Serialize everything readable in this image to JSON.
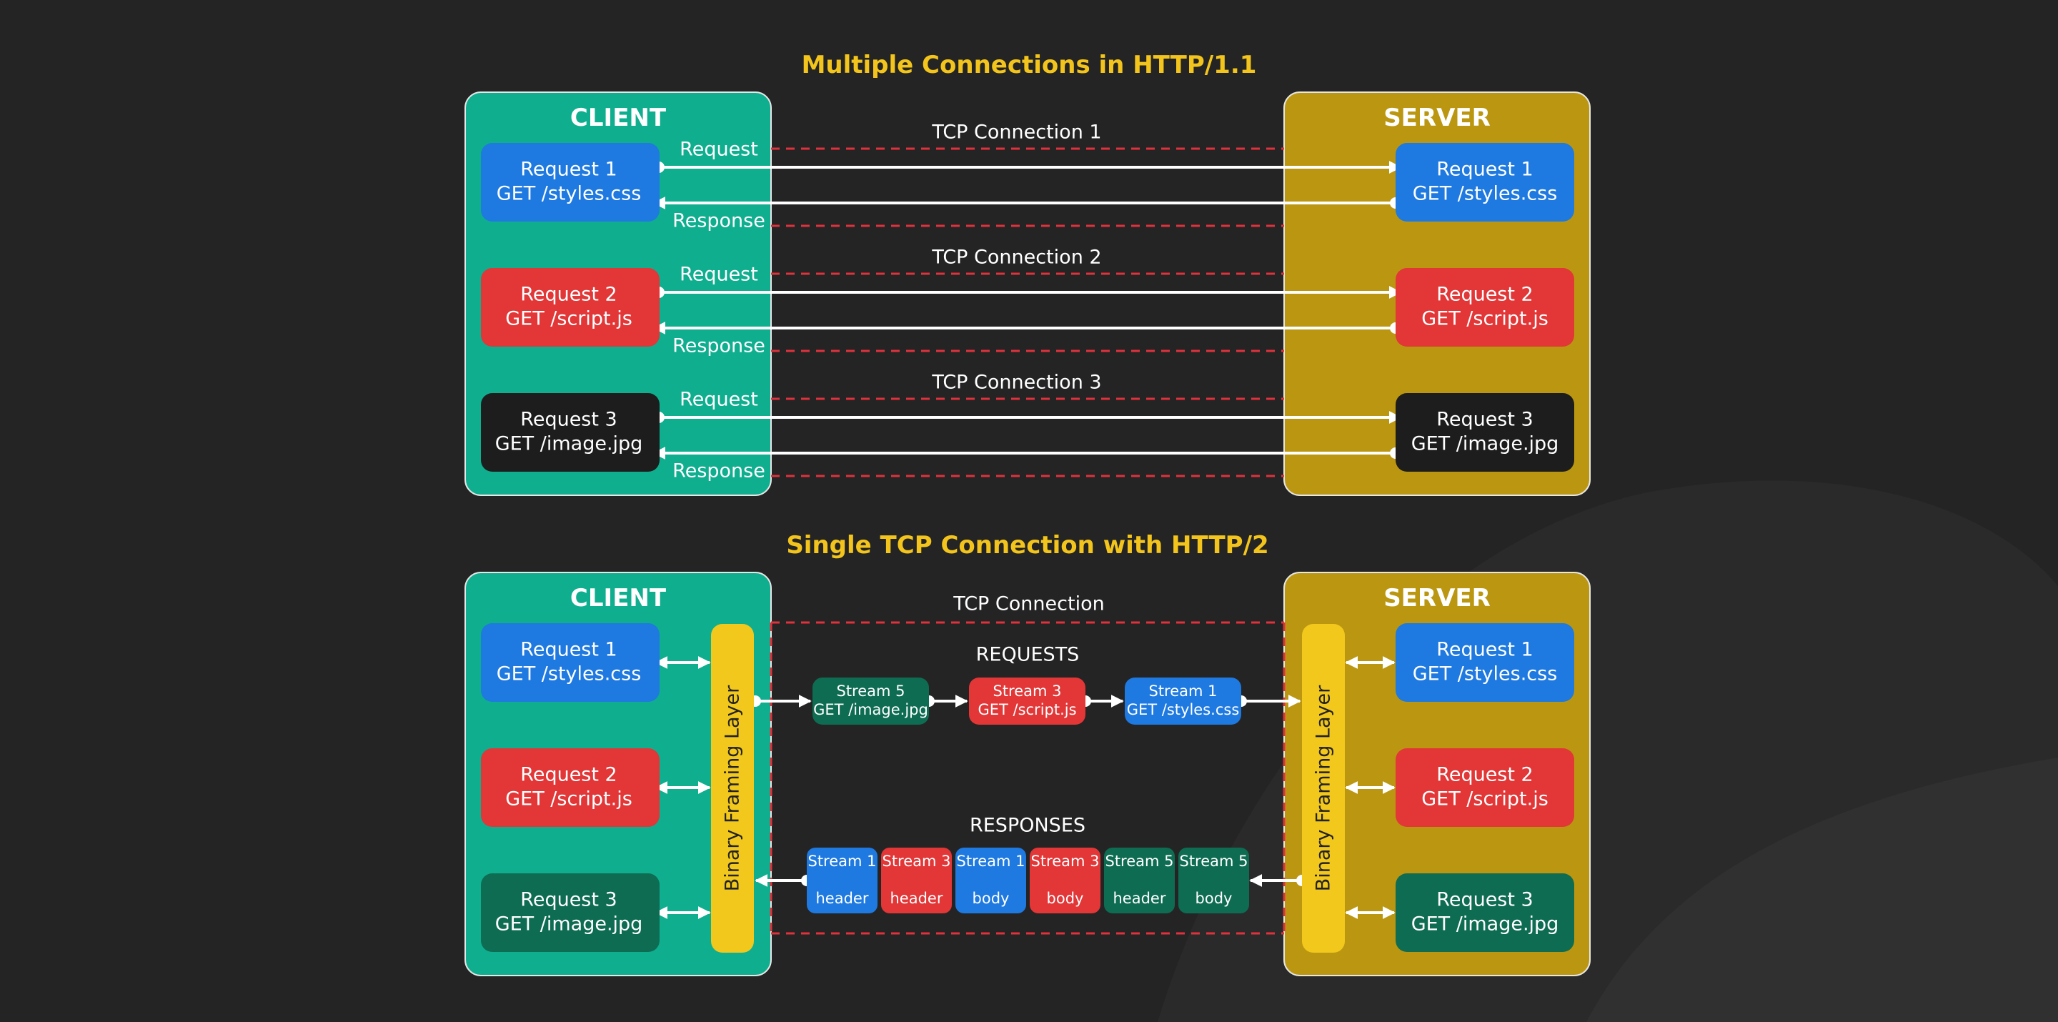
{
  "colors": {
    "background": "#242424",
    "title": "#f3c51c",
    "client_panel": "#0fae8e",
    "server_panel": "#bb9711",
    "blue": "#1e79e0",
    "red": "#e23637",
    "black": "#1d1d1d",
    "dark_green": "#0e6c52",
    "framing_layer": "#f2c81c",
    "dashed_line": "#e0313d",
    "arrow": "#ffffff"
  },
  "http1": {
    "title": "Multiple Connections in HTTP/1.1",
    "client_label": "CLIENT",
    "server_label": "SERVER",
    "request_label": "Request",
    "response_label": "Response",
    "connections": [
      {
        "label": "TCP Connection 1",
        "name": "Request 1",
        "path": "GET /styles.css",
        "color": "blue"
      },
      {
        "label": "TCP Connection 2",
        "name": "Request 2",
        "path": "GET /script.js",
        "color": "red"
      },
      {
        "label": "TCP Connection 3",
        "name": "Request 3",
        "path": "GET /image.jpg",
        "color": "black"
      }
    ]
  },
  "http2": {
    "title": "Single TCP Connection with HTTP/2",
    "client_label": "CLIENT",
    "server_label": "SERVER",
    "connection_label": "TCP Connection",
    "framing_label": "Binary Framing Layer",
    "requests_label": "REQUESTS",
    "responses_label": "RESPONSES",
    "client_requests": [
      {
        "name": "Request 1",
        "path": "GET /styles.css",
        "color": "blue"
      },
      {
        "name": "Request 2",
        "path": "GET /script.js",
        "color": "red"
      },
      {
        "name": "Request 3",
        "path": "GET /image.jpg",
        "color": "dark_green"
      }
    ],
    "server_requests": [
      {
        "name": "Request 1",
        "path": "GET /styles.css",
        "color": "blue"
      },
      {
        "name": "Request 2",
        "path": "GET /script.js",
        "color": "red"
      },
      {
        "name": "Request 3",
        "path": "GET /image.jpg",
        "color": "dark_green"
      }
    ],
    "request_streams": [
      {
        "stream": "Stream 5",
        "path": "GET /image.jpg",
        "color": "dark_green"
      },
      {
        "stream": "Stream 3",
        "path": "GET /script.js",
        "color": "red"
      },
      {
        "stream": "Stream 1",
        "path": "GET /styles.css",
        "color": "blue"
      }
    ],
    "response_frames": [
      {
        "stream": "Stream 1",
        "part": "header",
        "color": "blue"
      },
      {
        "stream": "Stream 3",
        "part": "header",
        "color": "red"
      },
      {
        "stream": "Stream 1",
        "part": "body",
        "color": "blue"
      },
      {
        "stream": "Stream 3",
        "part": "body",
        "color": "red"
      },
      {
        "stream": "Stream 5",
        "part": "header",
        "color": "dark_green"
      },
      {
        "stream": "Stream 5",
        "part": "body",
        "color": "dark_green"
      }
    ]
  }
}
